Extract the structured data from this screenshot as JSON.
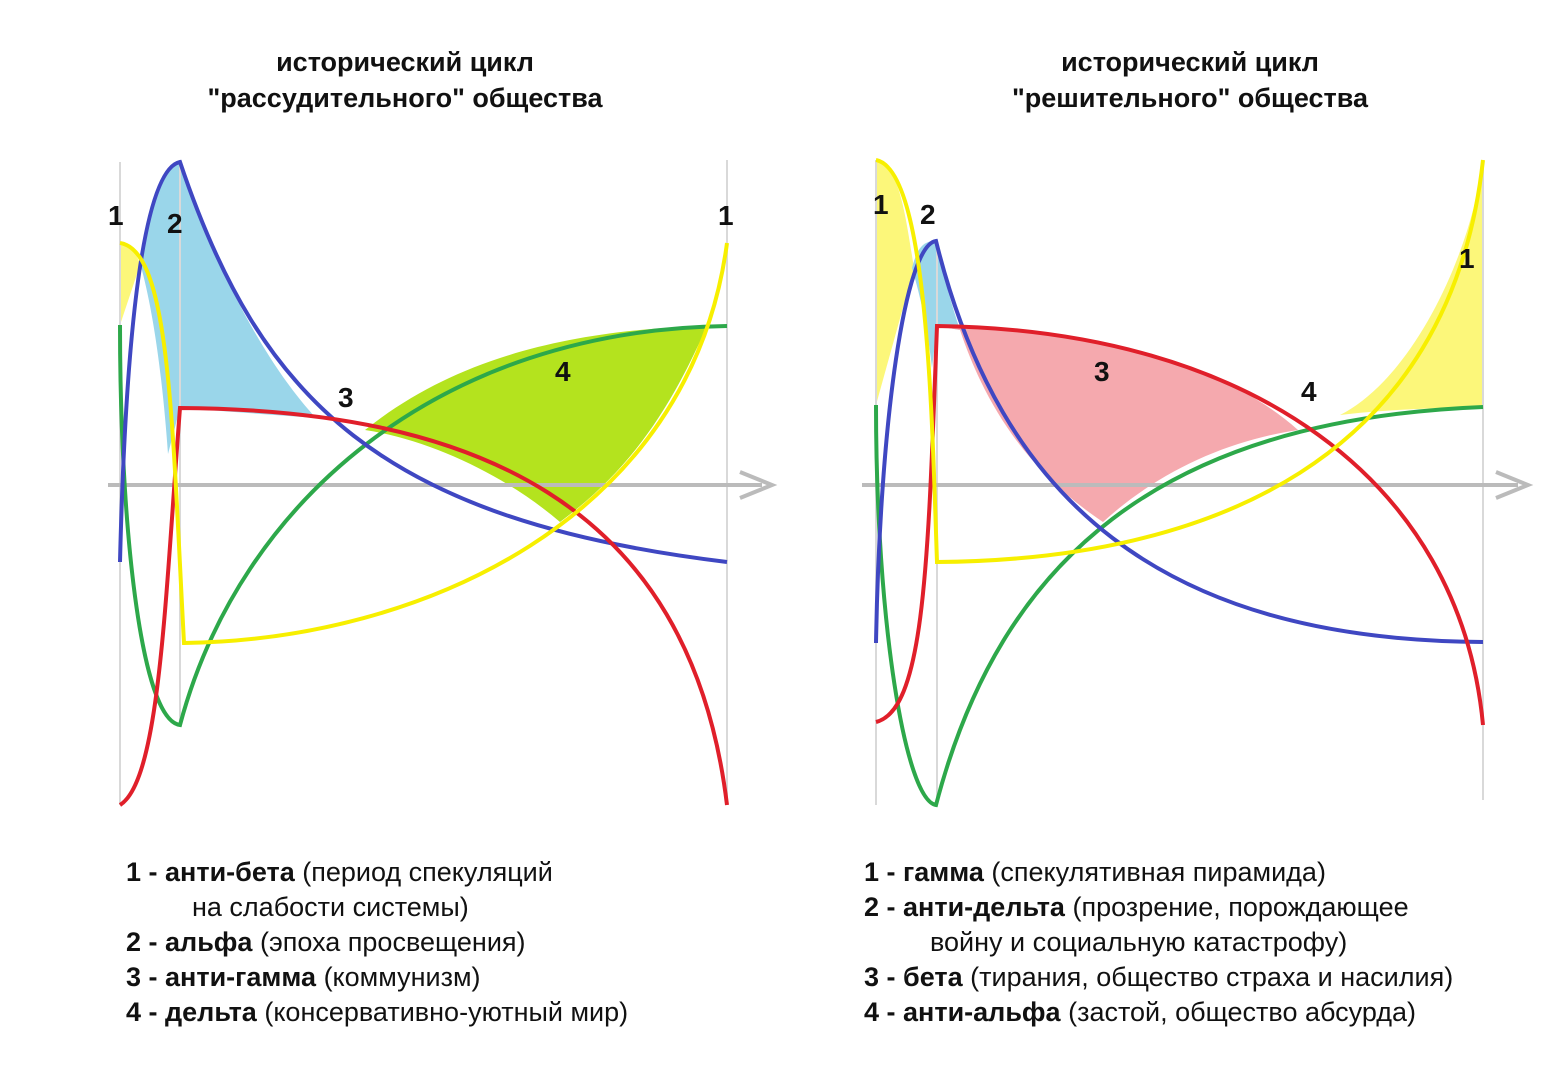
{
  "left_panel": {
    "title_line1": "исторический цикл",
    "title_line2": "\"рассудительного\" общества",
    "labels": {
      "one_a": "1",
      "two": "2",
      "three": "3",
      "four": "4",
      "one_b": "1"
    },
    "legend": [
      {
        "num": "1 -",
        "term": "анти-бета",
        "desc": "(период спекуляций",
        "cont": "на слабости системы)"
      },
      {
        "num": "2 -",
        "term": "альфа",
        "desc": "(эпоха просвещения)"
      },
      {
        "num": "3 -",
        "term": "анти-гамма",
        "desc": "(коммунизм)"
      },
      {
        "num": "4 -",
        "term": "дельта",
        "desc": "(консервативно-уютный мир)"
      }
    ]
  },
  "right_panel": {
    "title_line1": "исторический цикл",
    "title_line2": "\"решительного\" общества",
    "labels": {
      "one_a": "1",
      "two": "2",
      "three": "3",
      "four": "4",
      "one_b": "1"
    },
    "legend": [
      {
        "num": "1 -",
        "term": "гамма",
        "desc": "(спекулятивная пирамида)"
      },
      {
        "num": "2 -",
        "term": "анти-дельта",
        "desc": "(прозрение, порождающее",
        "cont": "войну и социальную катастрофу)"
      },
      {
        "num": "3 -",
        "term": "бета",
        "desc": "(тирания, общество страха и насилия)"
      },
      {
        "num": "4 -",
        "term": "анти-альфа",
        "desc": "(застой, общество абсурда)"
      }
    ]
  },
  "colors": {
    "yellow": "#f7ef00",
    "blue": "#3f47c2",
    "green": "#2da84a",
    "red": "#e01f2a",
    "axis": "#bbbbbb",
    "fill_yellow": "#fcf77a",
    "fill_blue": "#9ad6ea",
    "fill_green": "#b4e31e",
    "fill_red": "#f5a9ae"
  }
}
